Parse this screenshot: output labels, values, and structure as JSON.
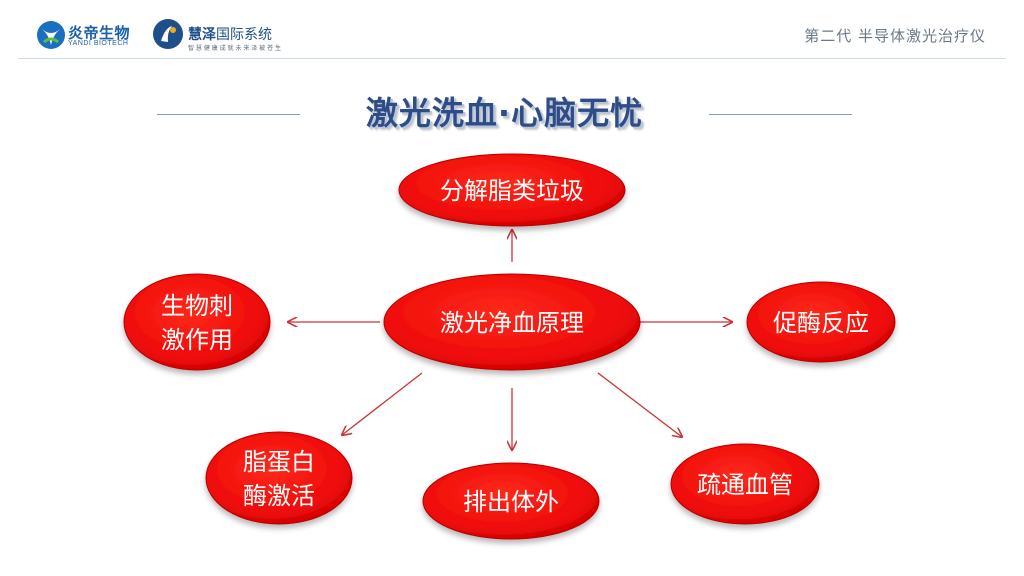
{
  "header": {
    "logo1_name": "炎帝生物",
    "logo1_sub": "YANDI BIOTECH",
    "logo2_name_bold": "慧泽",
    "logo2_name_rest": "国际系统",
    "logo2_sub": "智 慧 健 康  成 就  未 来  泽 被  苍 生",
    "right_text": "第二代  半导体激光治疗仪"
  },
  "title": "激光洗血·心脑无忧",
  "colors": {
    "node_fill": "#ee0a0a",
    "node_edge": "#b80000",
    "arrow": "#cc3333",
    "title": "#2e4c86"
  },
  "diagram": {
    "center": {
      "lines": [
        "激光净血原理"
      ]
    },
    "nodes": [
      {
        "id": "top",
        "lines": [
          "分解脂类垃圾"
        ]
      },
      {
        "id": "left",
        "lines": [
          "生物刺",
          "激作用"
        ]
      },
      {
        "id": "right",
        "lines": [
          "促酶反应"
        ]
      },
      {
        "id": "bottom-left",
        "lines": [
          "脂蛋白",
          "酶激活"
        ]
      },
      {
        "id": "bottom",
        "lines": [
          "排出体外"
        ]
      },
      {
        "id": "bottom-right",
        "lines": [
          "疏通血管"
        ]
      }
    ]
  }
}
